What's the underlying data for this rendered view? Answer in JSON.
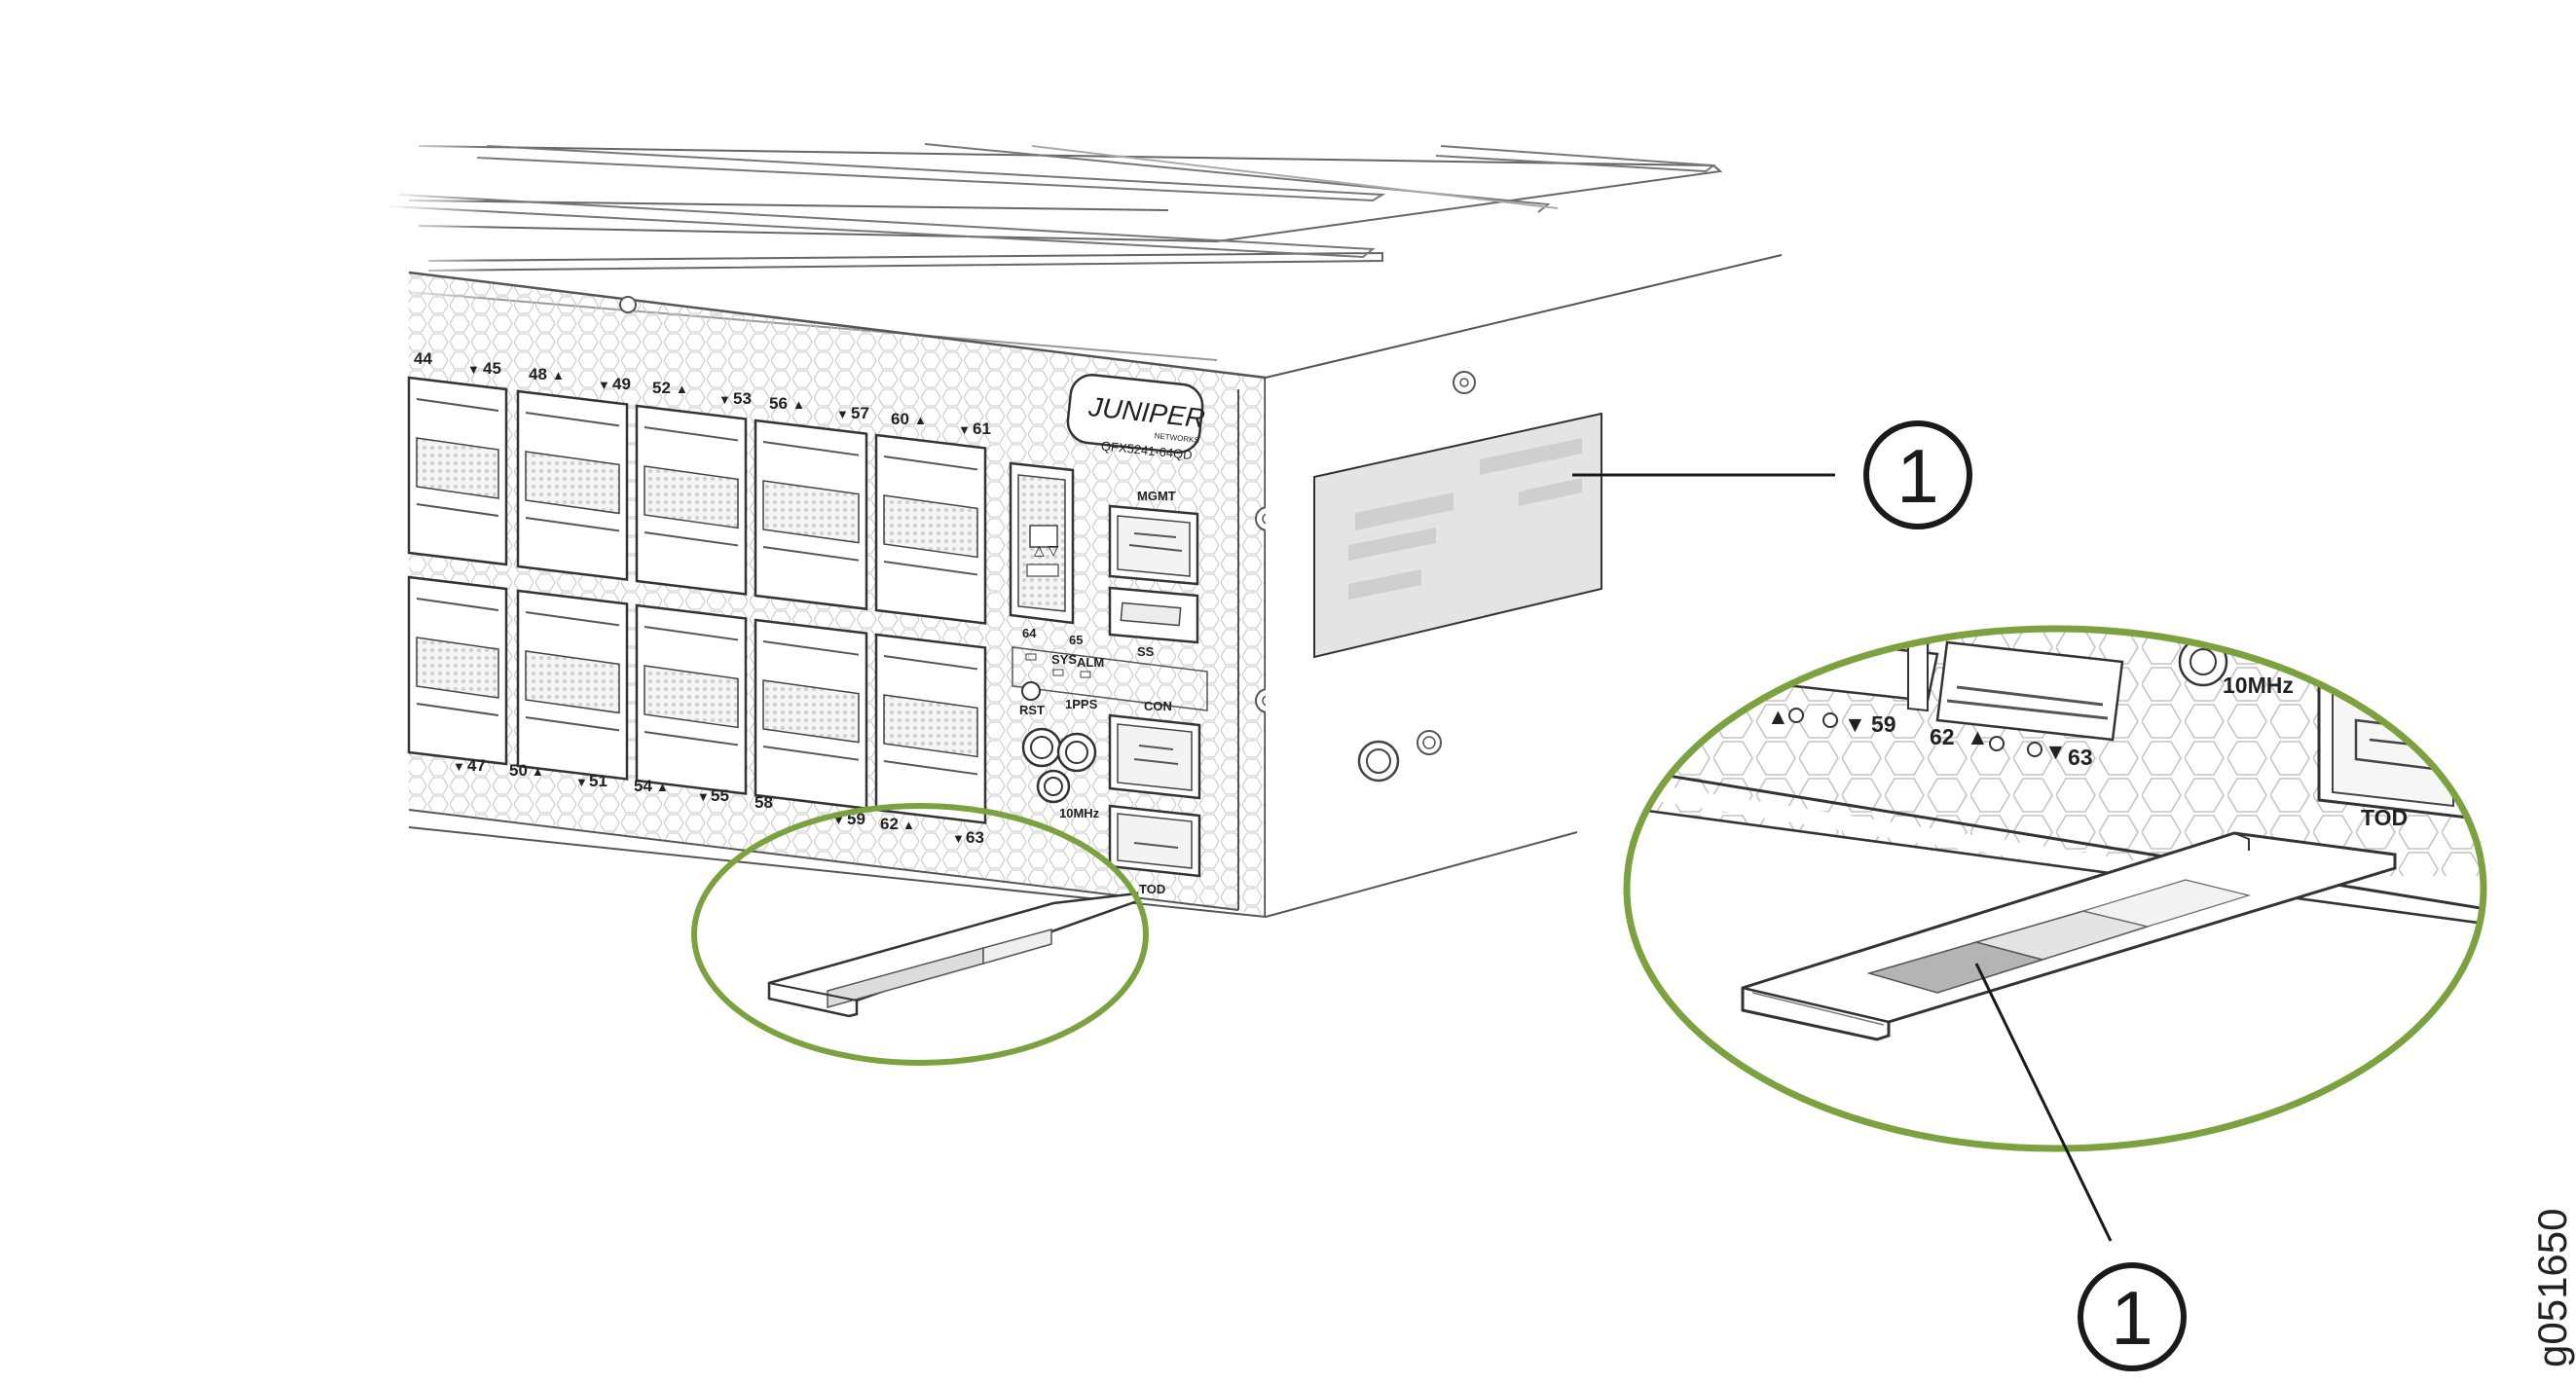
{
  "device": {
    "brand": "JUNIPER",
    "brand_sub": "NETWORKS",
    "model": "QFX5241-64QD"
  },
  "ports": {
    "top_row": [
      {
        "label": "44"
      },
      {
        "label": "45"
      },
      {
        "label": "48"
      },
      {
        "label": "49"
      },
      {
        "label": "52"
      },
      {
        "label": "53"
      },
      {
        "label": "56"
      },
      {
        "label": "57"
      },
      {
        "label": "60"
      },
      {
        "label": "61"
      }
    ],
    "bottom_row": [
      {
        "label": "47"
      },
      {
        "label": "50"
      },
      {
        "label": "51"
      },
      {
        "label": "54"
      },
      {
        "label": "55"
      },
      {
        "label": "58"
      },
      {
        "label": "59"
      },
      {
        "label": "62"
      },
      {
        "label": "63"
      }
    ],
    "sfp_labels": {
      "left": "64",
      "right": "65"
    }
  },
  "mgmt_panel": {
    "mgmt": "MGMT",
    "usb": "SS",
    "sys": "SYS",
    "alm": "ALM",
    "rst": "RST",
    "pps": "1PPS",
    "mhz": "10MHz",
    "con": "CON",
    "tod": "TOD"
  },
  "zoom": {
    "p59": "59",
    "p62": "62",
    "p63": "63",
    "mhz": "10MHz",
    "tod": "TOD"
  },
  "callouts": [
    {
      "number": "1",
      "target": "serial-number-label-side"
    },
    {
      "number": "1",
      "target": "serial-number-label-pullout-tab"
    }
  ],
  "figure_id": "g051650",
  "colors": {
    "highlight": "#7ba23f",
    "line": "#1a1a1a",
    "label_fill": "#e2e2e2",
    "tab_dark": "#b4b4b4"
  }
}
